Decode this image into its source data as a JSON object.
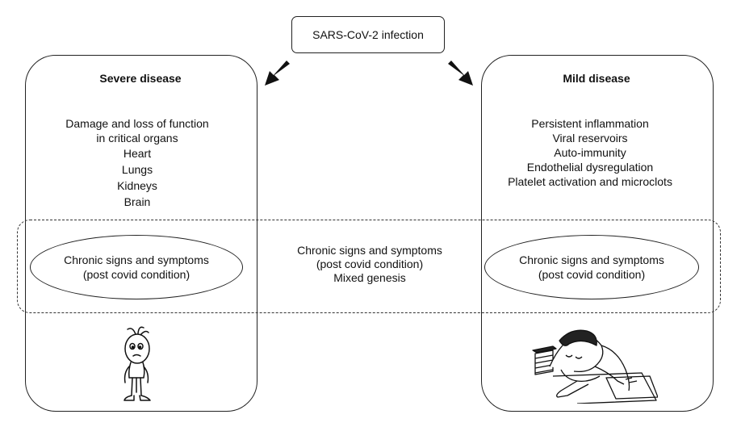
{
  "top": {
    "infection_label": "SARS-CoV-2 infection"
  },
  "left_panel": {
    "title": "Severe disease",
    "lines": [
      "Damage and loss of function",
      "in critical organs",
      "Heart",
      "Lungs",
      "Kidneys",
      "Brain"
    ],
    "ellipse": [
      "Chronic signs and symptoms",
      "(post covid condition)"
    ],
    "figure_icon": "sick-cartoon-figure-icon"
  },
  "right_panel": {
    "title": "Mild disease",
    "lines": [
      "Persistent inflammation",
      "Viral reservoirs",
      "Auto-immunity",
      "Endothelial dysregulation",
      "Platelet activation and microclots"
    ],
    "ellipse": [
      "Chronic signs and symptoms",
      "(post covid condition)"
    ],
    "figure_icon": "exhausted-person-on-desk-icon"
  },
  "center": {
    "lines": [
      "Chronic signs and symptoms",
      "(post covid condition)",
      "Mixed genesis"
    ]
  },
  "colors": {
    "stroke": "#222222",
    "background": "#ffffff"
  }
}
